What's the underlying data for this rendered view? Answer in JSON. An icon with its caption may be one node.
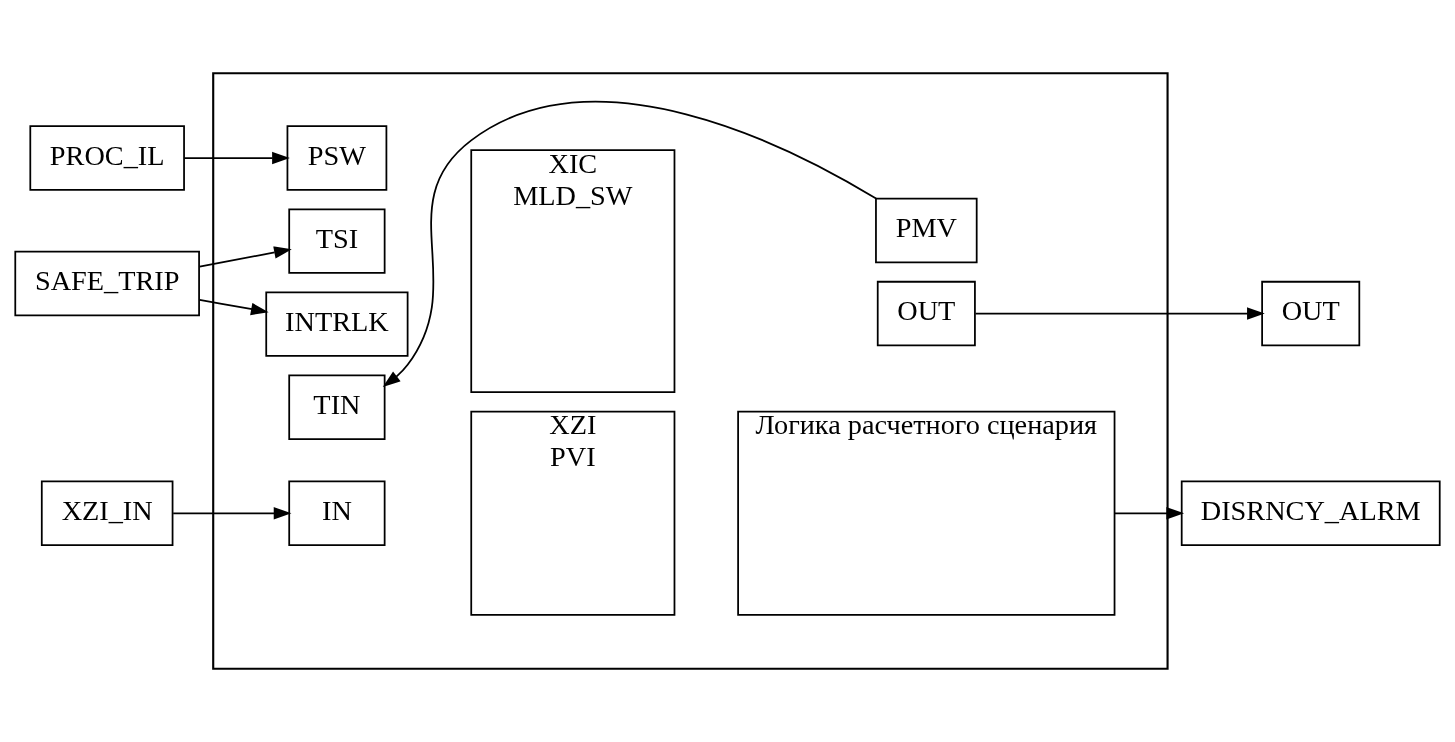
{
  "diagram": {
    "nodes": [
      {
        "text": [],
        "shape": "box"
      },
      {
        "text": [
          "PROC_IL"
        ]
      },
      {
        "text": [
          "SAFE_TRIP"
        ]
      },
      {
        "text": [
          "XZI_IN"
        ]
      },
      {
        "text": [
          "PSW"
        ],
        "in": 0
      },
      {
        "text": [
          "TSI"
        ],
        "in": 0
      },
      {
        "text": [
          "INTRLK"
        ],
        "in": 0
      },
      {
        "text": [
          "TIN"
        ],
        "in": 0
      },
      {
        "text": [
          "XIC",
          "MLD_SW"
        ],
        "in": 0
      },
      {
        "text": [
          "OUT"
        ],
        "in": 0
      },
      {
        "text": [
          "PMV"
        ],
        "in": 0
      },
      {
        "text": [
          "OUT"
        ]
      },
      {
        "text": [
          "IN"
        ],
        "in": 0
      },
      {
        "text": [
          "XZI",
          "PVI"
        ],
        "in": 0
      },
      {
        "text": [
          "Логика расчетного сценария"
        ],
        "in": 0
      },
      {
        "text": [
          "DISRNCY_ALRM"
        ]
      }
    ],
    "edges": [
      {
        "from": 1,
        "to": 4,
        "arrow": "to"
      },
      {
        "from": 2,
        "to": 5,
        "arrow": "to"
      },
      {
        "from": 2,
        "to": 6,
        "arrow": "to"
      },
      {
        "from": 10,
        "to": 7,
        "arrow": "to"
      },
      {
        "from": 9,
        "to": 11,
        "arrow": "to"
      },
      {
        "from": 3,
        "to": 12,
        "arrow": "to"
      },
      {
        "from": 14,
        "to": 15,
        "arrow": "to"
      }
    ]
  }
}
